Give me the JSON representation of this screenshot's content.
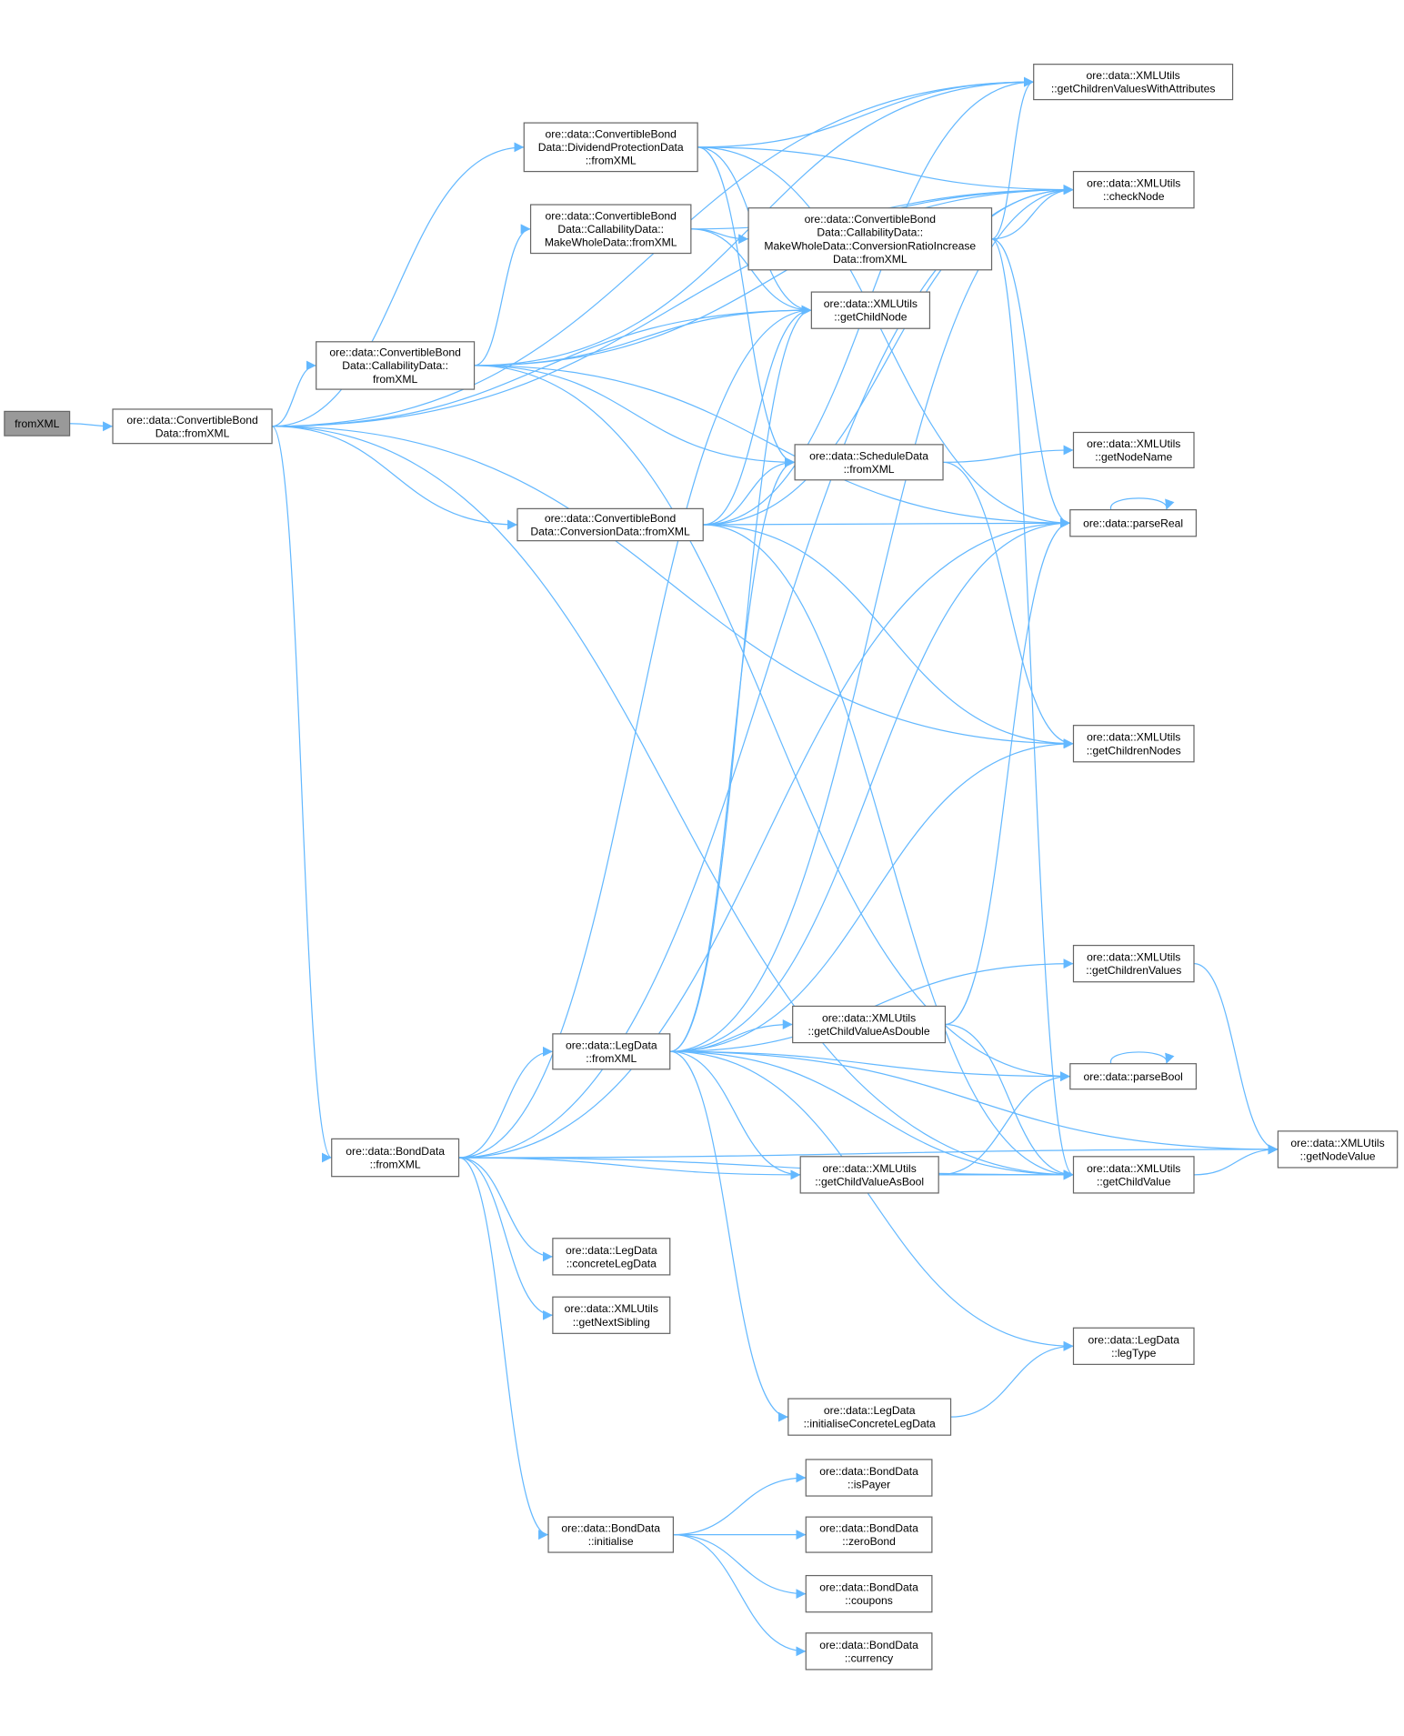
{
  "colors": {
    "edge": "#63b8ff",
    "node_border": "#666666",
    "root_fill": "#999999"
  },
  "nodes": [
    {
      "id": "n0",
      "lines": [
        "fromXML"
      ],
      "root": true
    },
    {
      "id": "n1",
      "lines": [
        "ore::data::ConvertibleBond",
        "Data::fromXML"
      ]
    },
    {
      "id": "n2",
      "lines": [
        "ore::data::ConvertibleBond",
        "Data::DividendProtectionData",
        "::fromXML"
      ]
    },
    {
      "id": "n3",
      "lines": [
        "ore::data::ConvertibleBond",
        "Data::CallabilityData::",
        "MakeWholeData::fromXML"
      ]
    },
    {
      "id": "n4",
      "lines": [
        "ore::data::ConvertibleBond",
        "Data::CallabilityData::",
        "fromXML"
      ]
    },
    {
      "id": "n5",
      "lines": [
        "ore::data::ConvertibleBond",
        "Data::ConversionData::fromXML"
      ]
    },
    {
      "id": "n6",
      "lines": [
        "ore::data::BondData",
        "::fromXML"
      ]
    },
    {
      "id": "n7",
      "lines": [
        "ore::data::ConvertibleBond",
        "Data::CallabilityData::",
        "MakeWholeData::ConversionRatioIncrease",
        "Data::fromXML"
      ]
    },
    {
      "id": "n8",
      "lines": [
        "ore::data::XMLUtils",
        "::getChildNode"
      ]
    },
    {
      "id": "n9",
      "lines": [
        "ore::data::ScheduleData",
        "::fromXML"
      ]
    },
    {
      "id": "n10",
      "lines": [
        "ore::data::LegData",
        "::fromXML"
      ]
    },
    {
      "id": "n11",
      "lines": [
        "ore::data::XMLUtils",
        "::getChildrenValuesWithAttributes"
      ]
    },
    {
      "id": "n12",
      "lines": [
        "ore::data::XMLUtils",
        "::checkNode"
      ]
    },
    {
      "id": "n13",
      "lines": [
        "ore::data::XMLUtils",
        "::getNodeName"
      ]
    },
    {
      "id": "n14",
      "lines": [
        "ore::data::parseReal"
      ]
    },
    {
      "id": "n15",
      "lines": [
        "ore::data::XMLUtils",
        "::getChildrenNodes"
      ]
    },
    {
      "id": "n16",
      "lines": [
        "ore::data::XMLUtils",
        "::getChildrenValues"
      ]
    },
    {
      "id": "n17",
      "lines": [
        "ore::data::XMLUtils",
        "::getChildValueAsDouble"
      ]
    },
    {
      "id": "n18",
      "lines": [
        "ore::data::parseBool"
      ]
    },
    {
      "id": "n19",
      "lines": [
        "ore::data::XMLUtils",
        "::getChildValueAsBool"
      ]
    },
    {
      "id": "n20",
      "lines": [
        "ore::data::XMLUtils",
        "::getChildValue"
      ]
    },
    {
      "id": "n21",
      "lines": [
        "ore::data::XMLUtils",
        "::getNodeValue"
      ]
    },
    {
      "id": "n22",
      "lines": [
        "ore::data::LegData",
        "::concreteLegData"
      ]
    },
    {
      "id": "n23",
      "lines": [
        "ore::data::XMLUtils",
        "::getNextSibling"
      ]
    },
    {
      "id": "n24",
      "lines": [
        "ore::data::LegData",
        "::legType"
      ]
    },
    {
      "id": "n25",
      "lines": [
        "ore::data::LegData",
        "::initialiseConcreteLegData"
      ]
    },
    {
      "id": "n26",
      "lines": [
        "ore::data::BondData",
        "::initialise"
      ]
    },
    {
      "id": "n27",
      "lines": [
        "ore::data::BondData",
        "::isPayer"
      ]
    },
    {
      "id": "n28",
      "lines": [
        "ore::data::BondData",
        "::zeroBond"
      ]
    },
    {
      "id": "n29",
      "lines": [
        "ore::data::BondData",
        "::coupons"
      ]
    },
    {
      "id": "n30",
      "lines": [
        "ore::data::BondData",
        "::currency"
      ]
    }
  ],
  "edges": [
    [
      "n0",
      "n1"
    ],
    [
      "n1",
      "n2"
    ],
    [
      "n1",
      "n4"
    ],
    [
      "n1",
      "n5"
    ],
    [
      "n1",
      "n6"
    ],
    [
      "n1",
      "n11"
    ],
    [
      "n1",
      "n12"
    ],
    [
      "n1",
      "n8"
    ],
    [
      "n1",
      "n15"
    ],
    [
      "n1",
      "n20"
    ],
    [
      "n2",
      "n11"
    ],
    [
      "n2",
      "n12"
    ],
    [
      "n2",
      "n8"
    ],
    [
      "n2",
      "n9"
    ],
    [
      "n2",
      "n14"
    ],
    [
      "n3",
      "n7"
    ],
    [
      "n3",
      "n8"
    ],
    [
      "n3",
      "n12"
    ],
    [
      "n4",
      "n3"
    ],
    [
      "n4",
      "n8"
    ],
    [
      "n4",
      "n9"
    ],
    [
      "n4",
      "n14"
    ],
    [
      "n4",
      "n11"
    ],
    [
      "n4",
      "n12"
    ],
    [
      "n4",
      "n18"
    ],
    [
      "n5",
      "n8"
    ],
    [
      "n5",
      "n9"
    ],
    [
      "n5",
      "n14"
    ],
    [
      "n5",
      "n11"
    ],
    [
      "n5",
      "n12"
    ],
    [
      "n5",
      "n15"
    ],
    [
      "n5",
      "n20"
    ],
    [
      "n6",
      "n8"
    ],
    [
      "n6",
      "n12"
    ],
    [
      "n6",
      "n14"
    ],
    [
      "n6",
      "n10"
    ],
    [
      "n6",
      "n19"
    ],
    [
      "n6",
      "n20"
    ],
    [
      "n6",
      "n22"
    ],
    [
      "n6",
      "n23"
    ],
    [
      "n6",
      "n26"
    ],
    [
      "n6",
      "n21"
    ],
    [
      "n7",
      "n11"
    ],
    [
      "n7",
      "n12"
    ],
    [
      "n7",
      "n14"
    ],
    [
      "n7",
      "n20"
    ],
    [
      "n9",
      "n13"
    ],
    [
      "n9",
      "n15"
    ],
    [
      "n10",
      "n8"
    ],
    [
      "n10",
      "n9"
    ],
    [
      "n10",
      "n12"
    ],
    [
      "n10",
      "n14"
    ],
    [
      "n10",
      "n15"
    ],
    [
      "n10",
      "n16"
    ],
    [
      "n10",
      "n17"
    ],
    [
      "n10",
      "n18"
    ],
    [
      "n10",
      "n19"
    ],
    [
      "n10",
      "n20"
    ],
    [
      "n10",
      "n21"
    ],
    [
      "n10",
      "n24"
    ],
    [
      "n10",
      "n25"
    ],
    [
      "n14",
      "n14"
    ],
    [
      "n18",
      "n18"
    ],
    [
      "n16",
      "n21"
    ],
    [
      "n17",
      "n14"
    ],
    [
      "n17",
      "n20"
    ],
    [
      "n19",
      "n18"
    ],
    [
      "n19",
      "n20"
    ],
    [
      "n20",
      "n21"
    ],
    [
      "n25",
      "n24"
    ],
    [
      "n26",
      "n27"
    ],
    [
      "n26",
      "n28"
    ],
    [
      "n26",
      "n29"
    ],
    [
      "n26",
      "n30"
    ]
  ]
}
